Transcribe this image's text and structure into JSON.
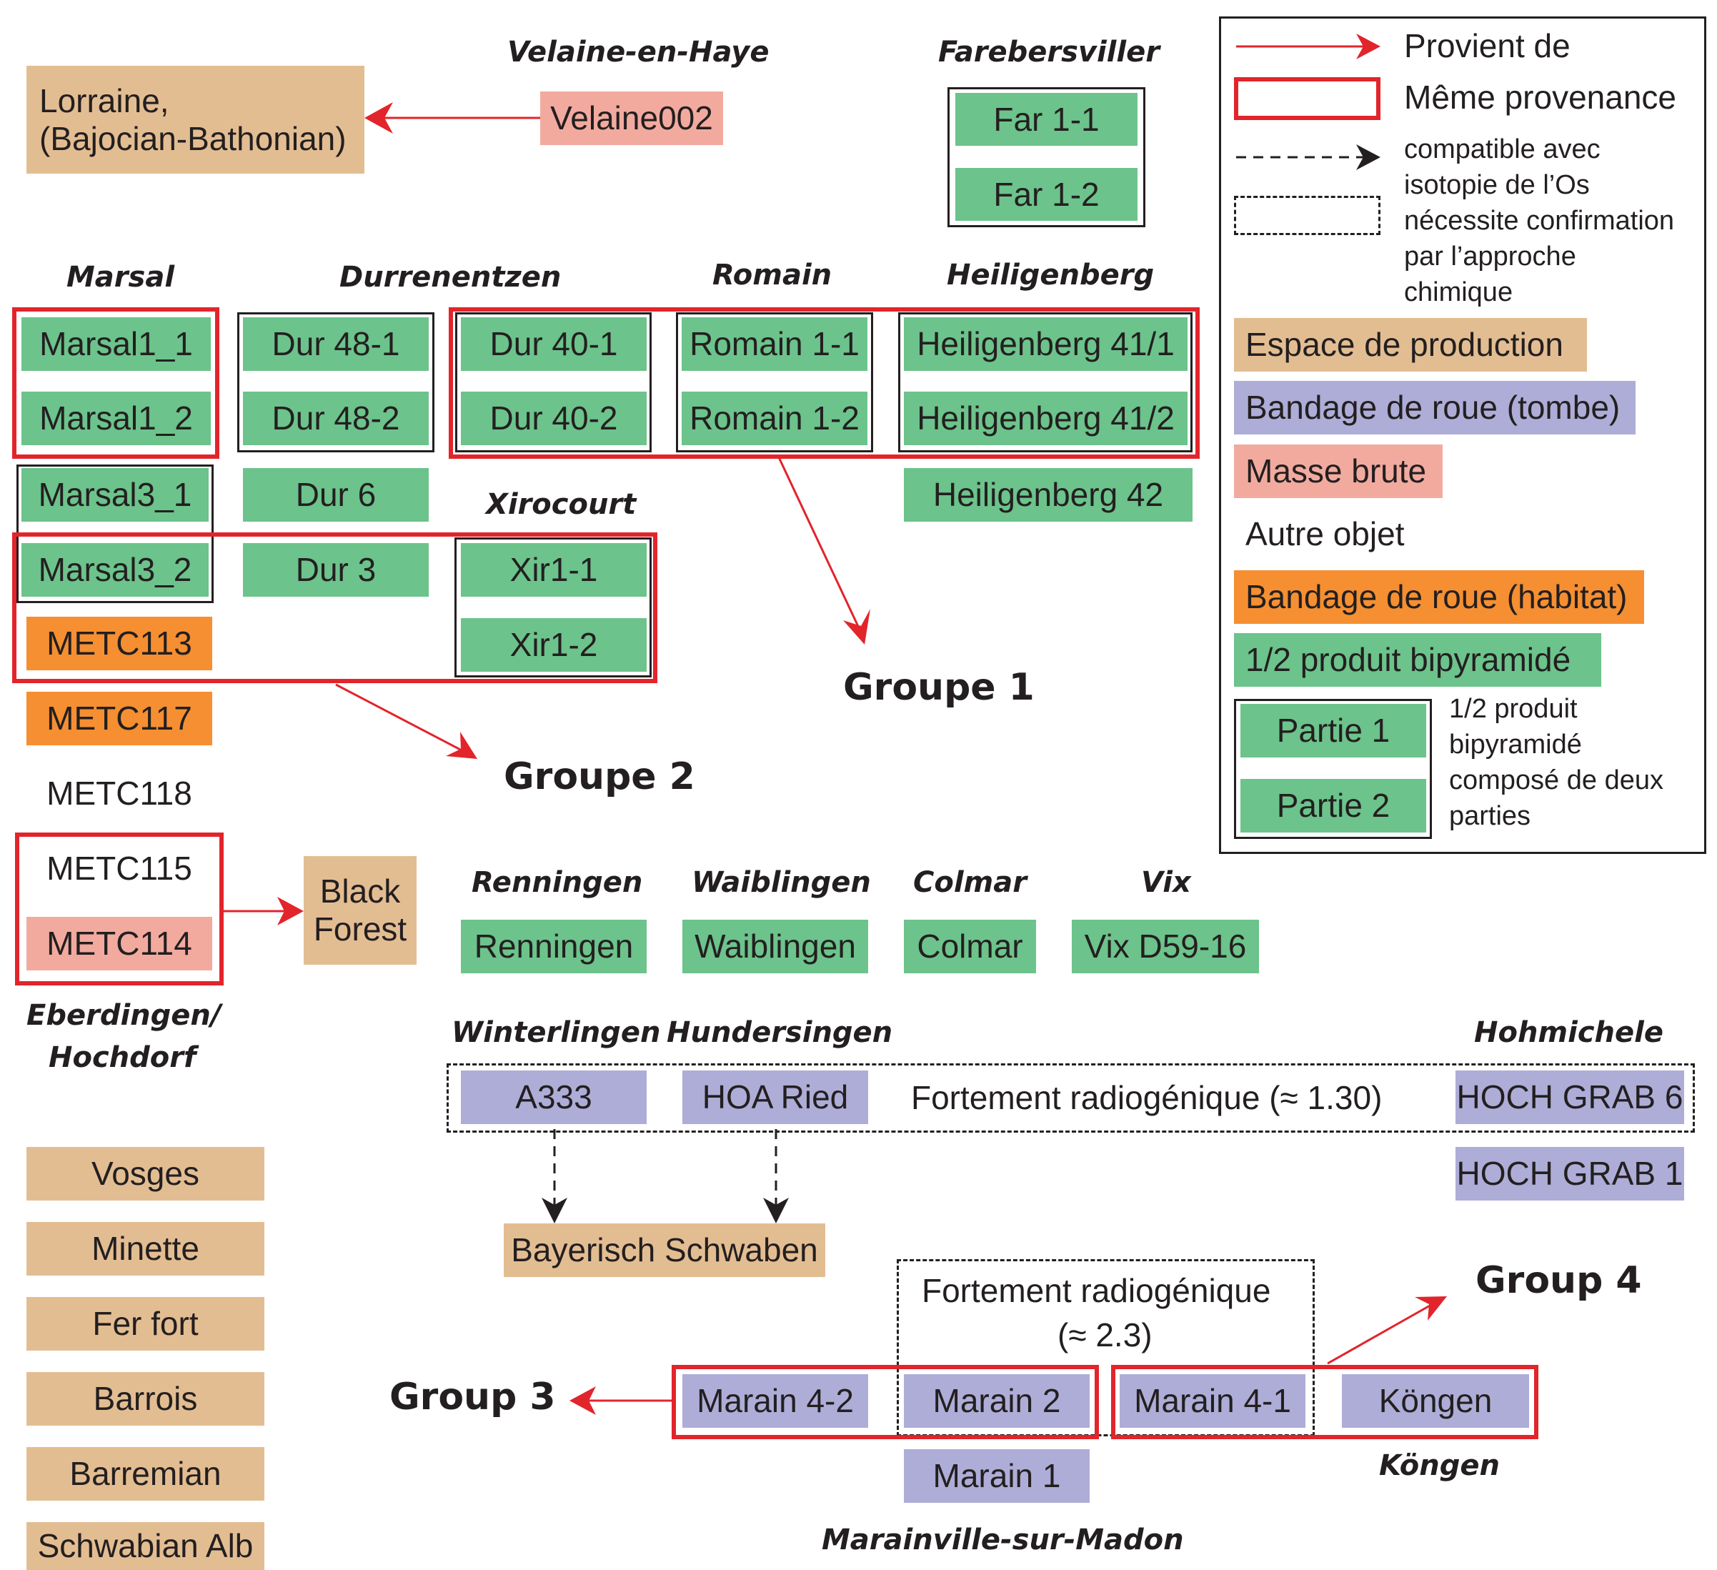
{
  "colors": {
    "production": "#e3bd92",
    "bandage_tombe": "#aeadd7",
    "masse_brute": "#f2aa9f",
    "bandage_habitat": "#f58f31",
    "bipyramide": "#6cc38b",
    "arrow_red": "#e2242b"
  },
  "sites": {
    "velaine": "Velaine-en-Haye",
    "farebersviller": "Farebersviller",
    "marsal": "Marsal",
    "durrenentzen": "Durrenentzen",
    "romain": "Romain",
    "heiligenberg": "Heiligenberg",
    "xirocourt": "Xirocourt",
    "renningen": "Renningen",
    "waiblingen": "Waiblingen",
    "colmar": "Colmar",
    "vix": "Vix",
    "eberdingen_1": "Eberdingen/",
    "eberdingen_2": "Hochdorf",
    "winterlingen": "Winterlingen",
    "hundersingen": "Hundersingen",
    "hohmichele": "Hohmichele",
    "koengen": "Köngen",
    "marainville": "Marainville-sur-Madon"
  },
  "samples": {
    "velaine002": "Velaine002",
    "far11": "Far 1-1",
    "far12": "Far 1-2",
    "marsal1_1": "Marsal1_1",
    "marsal1_2": "Marsal1_2",
    "marsal3_1": "Marsal3_1",
    "marsal3_2": "Marsal3_2",
    "metc113": "METC113",
    "metc117": "METC117",
    "metc118": "METC118",
    "metc115": "METC115",
    "metc114": "METC114",
    "dur481": "Dur 48-1",
    "dur482": "Dur 48-2",
    "dur6": "Dur 6",
    "dur3": "Dur 3",
    "dur401": "Dur 40-1",
    "dur402": "Dur 40-2",
    "xir11": "Xir1-1",
    "xir12": "Xir1-2",
    "romain11": "Romain 1-1",
    "romain12": "Romain 1-2",
    "heil411": "Heiligenberg 41/1",
    "heil412": "Heiligenberg 41/2",
    "heil42": "Heiligenberg 42",
    "renningen": "Renningen",
    "waiblingen": "Waiblingen",
    "colmar": "Colmar",
    "vix": "Vix D59-16",
    "a333": "A333",
    "hoa_ried": "HOA Ried",
    "hoch6": "HOCH GRAB 6",
    "hoch1": "HOCH GRAB 1",
    "marain42": "Marain 4-2",
    "marain2": "Marain  2",
    "marain41": "Marain 4-1",
    "koengen": "Köngen",
    "marain1": "Marain  1"
  },
  "sources": {
    "lorraine_1": "Lorraine,",
    "lorraine_2": "(Bajocian-Bathonian)",
    "black_forest_1": "Black",
    "black_forest_2": "Forest",
    "bayerisch": "Bayerisch Schwaben",
    "vosges": "Vosges",
    "minette": "Minette",
    "fer_fort": "Fer fort",
    "barrois": "Barrois",
    "barremian": "Barremian",
    "schwabian": "Schwabian Alb"
  },
  "notes": {
    "fort_radio_130": "Fortement radiogénique (≈ 1.30)",
    "fort_radio_23_line1": "Fortement radiogénique",
    "fort_radio_23_line2": "(≈ 2.3)"
  },
  "groups": {
    "groupe1": "Groupe 1",
    "groupe2": "Groupe 2",
    "group3": "Group 3",
    "group4": "Group 4"
  },
  "legend": {
    "provient_de": "Provient de",
    "meme_provenance": "Même provenance",
    "os_1": "compatible avec",
    "os_2": "isotopie de l’Os",
    "os_3": "nécessite confirmation",
    "os_4": "par l’approche",
    "os_5": "chimique",
    "espace": "Espace de production",
    "bandage_tombe": "Bandage de roue (tombe)",
    "masse_brute": "Masse brute",
    "autre": "Autre objet",
    "bandage_habitat": "Bandage de roue (habitat)",
    "bipyramide": "1/2 produit bipyramidé",
    "partie1": "Partie 1",
    "partie2": "Partie 2",
    "deux_1": "1/2 produit",
    "deux_2": "bipyramidé",
    "deux_3": "composé de deux",
    "deux_4": "parties"
  }
}
